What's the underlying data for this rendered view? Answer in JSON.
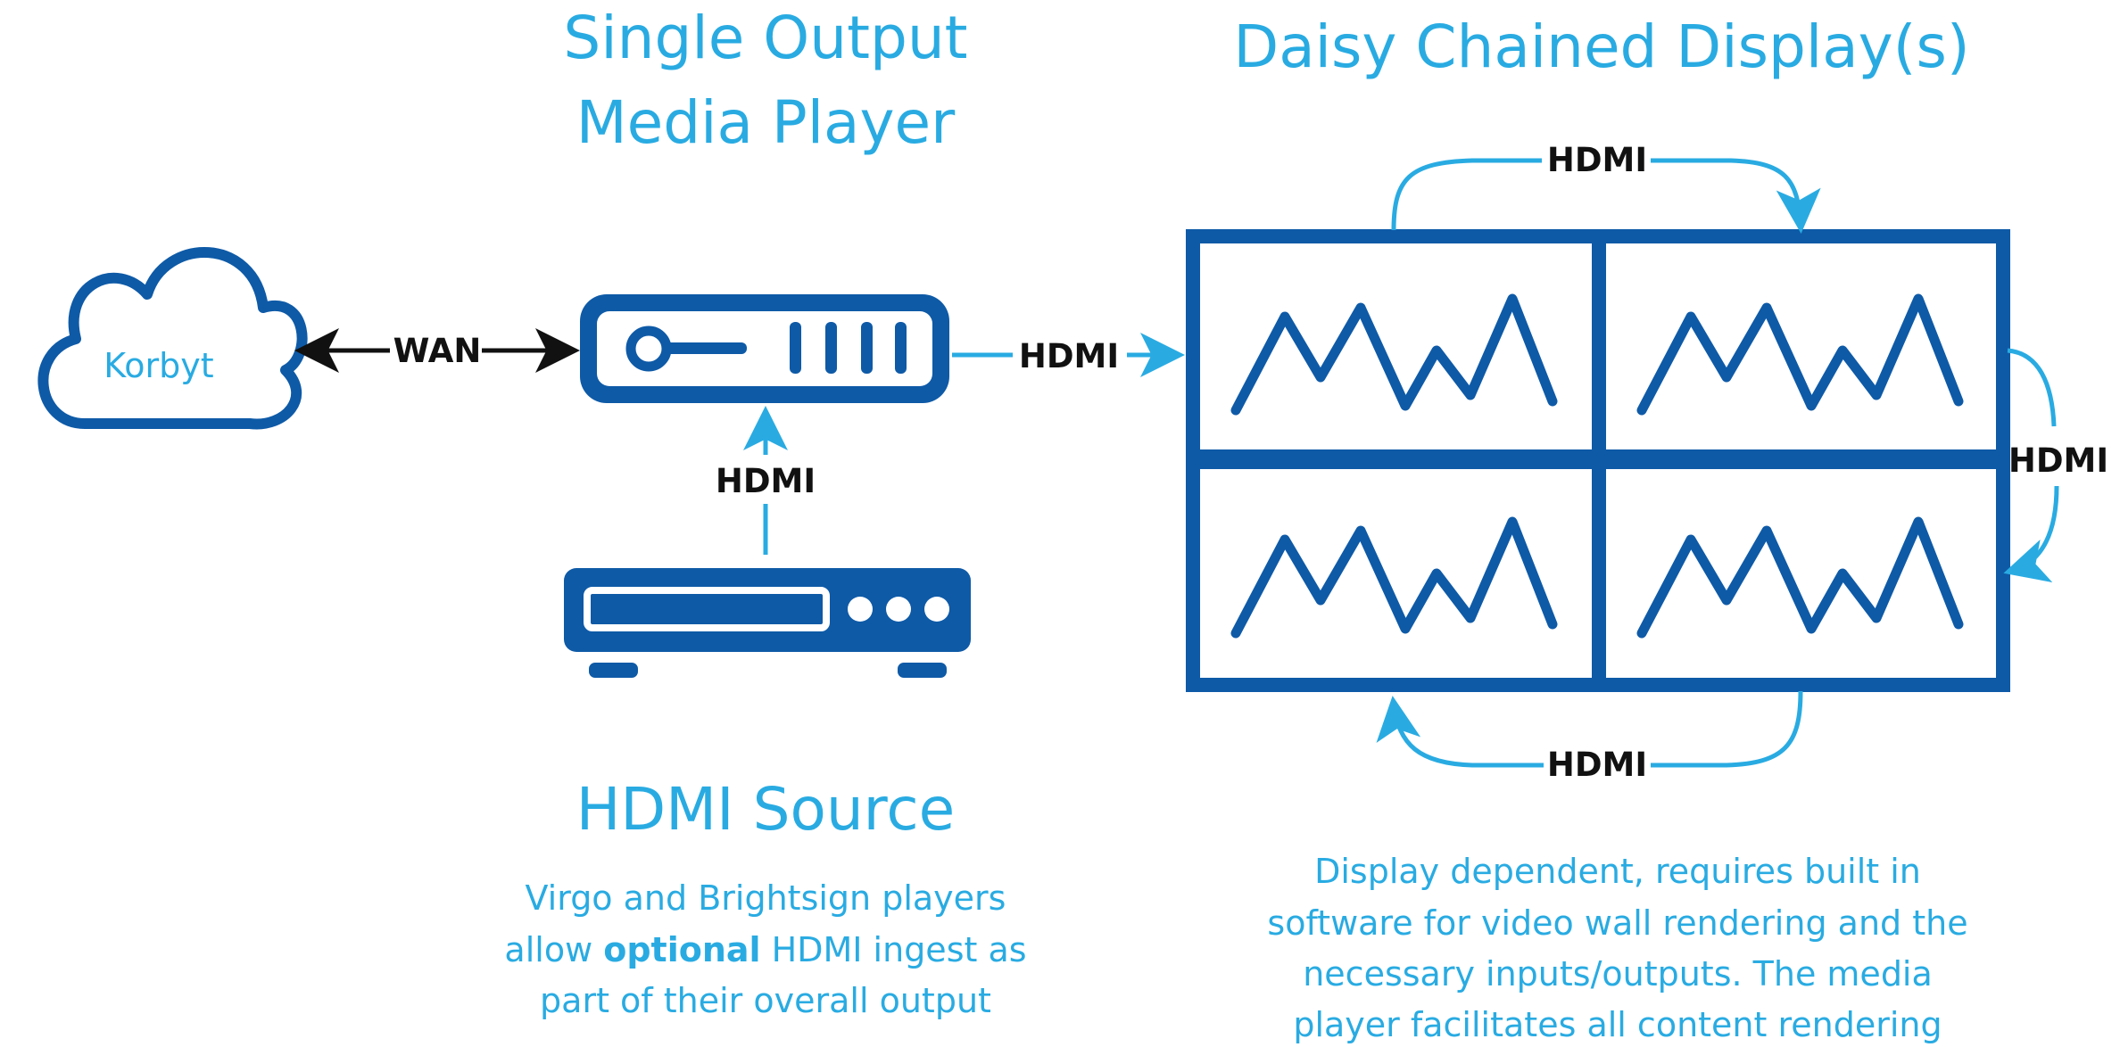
{
  "colors": {
    "title": "#29abe2",
    "device": "#0e5aa7",
    "hdmi_arrow": "#29abe2",
    "wan_arrow": "#111111",
    "label": "#111111"
  },
  "titles": {
    "media_player_line1": "Single Output",
    "media_player_line2": "Media Player",
    "displays": "Daisy Chained Display(s)",
    "hdmi_source": "HDMI Source"
  },
  "cloud": {
    "label": "Korbyt",
    "icon": "cloud-icon"
  },
  "connections": {
    "wan": "WAN",
    "hdmi_player_to_wall": "HDMI",
    "hdmi_source_to_player": "HDMI",
    "hdmi_wall_top": "HDMI",
    "hdmi_wall_right": "HDMI",
    "hdmi_wall_bottom": "HDMI"
  },
  "source_description": {
    "line1": "Virgo and Brightsign players",
    "line2_pre": "allow ",
    "line2_bold": "optional",
    "line2_post": " HDMI ingest as",
    "line3": "part of their overall output"
  },
  "display_description": {
    "line1": "Display dependent, requires built in",
    "line2": "software for video wall rendering and the",
    "line3": "necessary inputs/outputs. The media",
    "line4": "player facilitates all content rendering"
  },
  "icons": [
    "cloud-icon",
    "media-player-icon",
    "hdmi-source-icon",
    "video-wall-icon",
    "waveform-icon"
  ]
}
